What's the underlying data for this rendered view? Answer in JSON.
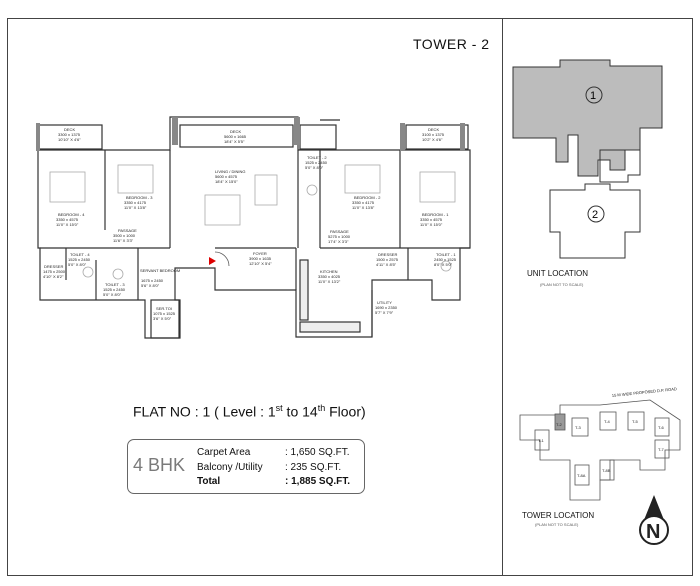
{
  "tower_title": "TOWER - 2",
  "flat": {
    "label_prefix": "FLAT NO : 1  ( Level : 1",
    "level_start_sup": "st",
    "label_mid": "  to 14",
    "level_end_sup": "th",
    "label_suffix": " Floor)"
  },
  "specs": {
    "type": "4 BHK",
    "rows": [
      {
        "label": "Carpet Area",
        "value": ": 1,650 SQ.FT."
      },
      {
        "label": "Balcony /Utility",
        "value": ": 235 SQ.FT."
      },
      {
        "label": "Total",
        "value": ": 1,885 SQ.FT."
      }
    ]
  },
  "unit_location": {
    "title": "UNIT LOCATION",
    "note": "(PLAN NOT TO SCALE)",
    "unit_1": "1",
    "unit_2": "2"
  },
  "tower_location": {
    "title": "TOWER LOCATION",
    "note": "(PLAN NOT TO SCALE)",
    "road": "15 M WIDE PROPOSED D.P. ROAD",
    "towers": [
      "T-2",
      "T-1",
      "T-3",
      "T-4",
      "T-5",
      "T-6",
      "T-7",
      "T-8A",
      "T-8B"
    ],
    "north": "N"
  },
  "rooms": [
    {
      "name": "DECK",
      "dim": "3300 x 1375",
      "ft": "10'10\" X 4'6\""
    },
    {
      "name": "DECK",
      "dim": "5600 x 1665",
      "ft": "18'4\" X 5'5\""
    },
    {
      "name": "DECK",
      "dim": "3100 x 1375",
      "ft": "10'2\" X 4'6\""
    },
    {
      "name": "BEDROOM - 3",
      "dim": "3350 x 4175",
      "ft": "11'0\" X 13'8\""
    },
    {
      "name": "LIVING / DINING",
      "dim": "5600 x 4575",
      "ft": "18'4\" X 15'0\""
    },
    {
      "name": "TOILET - 2",
      "dim": "1525 x 2450",
      "ft": "5'0\" X 8'0\""
    },
    {
      "name": "BEDROOM - 4",
      "dim": "3350 x 4575",
      "ft": "11'0\" X 15'0\""
    },
    {
      "name": "BEDROOM - 2",
      "dim": "3350 x 4175",
      "ft": "11'0\" X 13'8\""
    },
    {
      "name": "BEDROOM - 1",
      "dim": "3350 x 4575",
      "ft": "11'0\" X 15'0\""
    },
    {
      "name": "PASSAGE",
      "dim": "3500 x 1000",
      "ft": "11'6\" X 3'3\""
    },
    {
      "name": "PASSAGE",
      "dim": "5275 x 1000",
      "ft": "17'4\" X 3'3\""
    },
    {
      "name": "FOYER",
      "dim": "3900 x 1635",
      "ft": "12'10\" X 5'4\""
    },
    {
      "name": "DRESSER",
      "dim": "1475 x 2500",
      "ft": "4'10\" X 8'2\""
    },
    {
      "name": "TOILET - 4",
      "dim": "1525 x 2450",
      "ft": "5'0\" X 8'0\""
    },
    {
      "name": "TOILET - 3",
      "dim": "1525 x 2450",
      "ft": "5'0\" X 8'0\""
    },
    {
      "name": "SERVANT BEDROOM",
      "dim": "1675 x 2450",
      "ft": "5'6\" X 8'0\""
    },
    {
      "name": "SER.TOI",
      "dim": "1075 x 1525",
      "ft": "3'6\" X 5'0\""
    },
    {
      "name": "KITCHEN",
      "dim": "3350 x 4025",
      "ft": "11'0\" X 13'2\""
    },
    {
      "name": "DRESSER",
      "dim": "1500 x 2575",
      "ft": "4'11\" X 8'5\""
    },
    {
      "name": "TOILET - 1",
      "dim": "2450 x 1525",
      "ft": "8'0\" X 5'0\""
    },
    {
      "name": "UTILITY",
      "dim": "1690 x 2350",
      "ft": "5'7\" X 7'9\""
    }
  ]
}
